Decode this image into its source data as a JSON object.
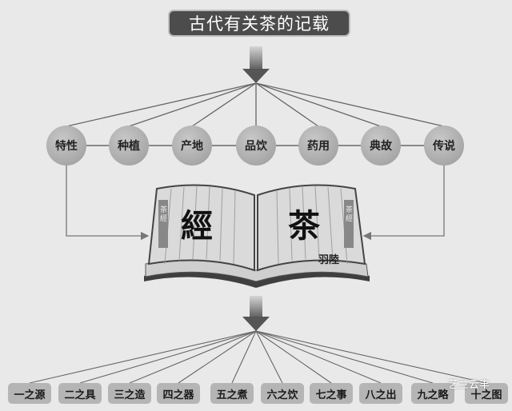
{
  "title": "古代有关茶的记载",
  "topics": [
    "特性",
    "种植",
    "产地",
    "品饮",
    "药用",
    "典故",
    "传说"
  ],
  "book": {
    "left_char": "經",
    "right_char": "茶",
    "author": "羽陸",
    "side_left": "茶 經",
    "side_right": "茶 經"
  },
  "chapters": [
    "一之源",
    "二之具",
    "三之造",
    "四之器",
    "五之煮",
    "六之饮",
    "七之事",
    "八之出",
    "九之略",
    "十之图"
  ],
  "watermark": "艺兰云丰",
  "colors": {
    "title_bg": "#4c4c4c",
    "node": "#a8a8a8",
    "chapter": "#b5b5b5",
    "book_page": "#d9d9d9",
    "book_cover": "#555555"
  }
}
